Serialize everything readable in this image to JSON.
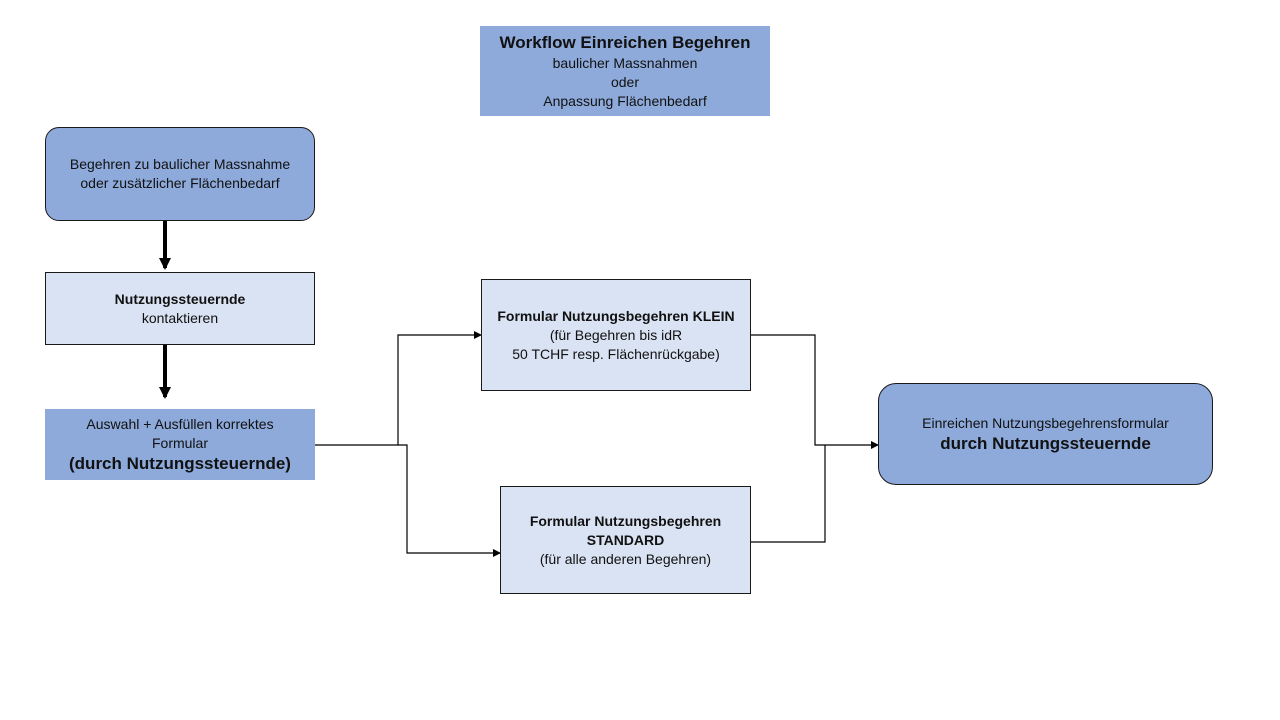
{
  "title_box": {
    "line1": "Workflow Einreichen Begehren",
    "line2": "baulicher Massnahmen",
    "line3": "oder",
    "line4": "Anpassung Flächenbedarf"
  },
  "start_box": {
    "line1": "Begehren zu baulicher Massnahme",
    "line2": "oder zusätzlicher Flächenbedarf"
  },
  "contact_box": {
    "line1": "Nutzungssteuernde",
    "line2": "kontaktieren"
  },
  "select_box": {
    "line1": "Auswahl + Ausfüllen korrektes",
    "line2": "Formular",
    "line3": "(durch Nutzungssteuernde)"
  },
  "klein_box": {
    "line1": "Formular Nutzungsbegehren KLEIN",
    "line2": "(für Begehren bis idR",
    "line3": "50 TCHF resp. Flächenrückgabe)"
  },
  "standard_box": {
    "line1": "Formular Nutzungsbegehren",
    "line2": "STANDARD",
    "line3": "(für alle anderen Begehren)"
  },
  "submit_box": {
    "line1": "Einreichen Nutzungsbegehrensformular",
    "line2": "durch Nutzungssteuernde"
  },
  "colors": {
    "dark_fill": "#8eaadb",
    "light_fill": "#dae3f3",
    "line": "#000000"
  }
}
